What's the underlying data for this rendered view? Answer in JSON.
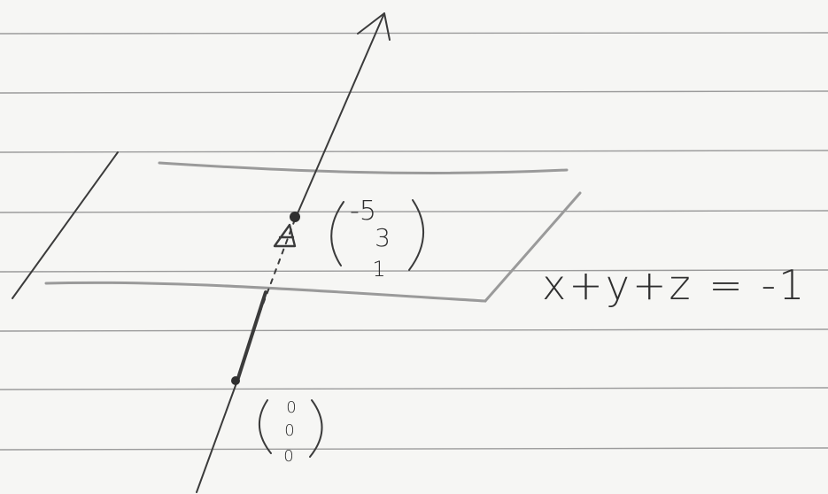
{
  "upper_point": {
    "top": "-5",
    "middle": "3",
    "bottom": "1"
  },
  "origin_point": {
    "top": "0",
    "middle": "0",
    "bottom": "0"
  },
  "plane_equation": "x+y+z = -1"
}
